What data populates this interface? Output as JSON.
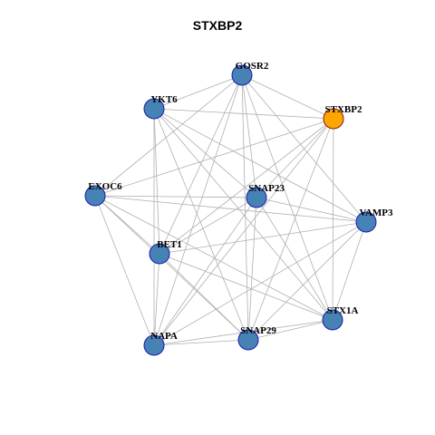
{
  "title": "STXBP2",
  "colors": {
    "default_node_fill": "#4682B4",
    "highlight_node_fill": "#FFA500",
    "node_stroke": "#1A1AB0",
    "highlight_stroke": "#8B1A1A",
    "edge": "#B0B0B0"
  },
  "network": {
    "highlight": "STXBP2",
    "nodes": [
      "GOSR2",
      "YKT6",
      "STXBP2",
      "EXOC6",
      "SNAP23",
      "VAMP3",
      "BET1",
      "STX1A",
      "SNAP29",
      "NAPA"
    ],
    "edges": [
      [
        "GOSR2",
        "YKT6"
      ],
      [
        "GOSR2",
        "STXBP2"
      ],
      [
        "GOSR2",
        "EXOC6"
      ],
      [
        "GOSR2",
        "SNAP23"
      ],
      [
        "GOSR2",
        "VAMP3"
      ],
      [
        "GOSR2",
        "BET1"
      ],
      [
        "GOSR2",
        "STX1A"
      ],
      [
        "GOSR2",
        "SNAP29"
      ],
      [
        "GOSR2",
        "NAPA"
      ],
      [
        "YKT6",
        "STXBP2"
      ],
      [
        "YKT6",
        "SNAP23"
      ],
      [
        "YKT6",
        "VAMP3"
      ],
      [
        "YKT6",
        "BET1"
      ],
      [
        "YKT6",
        "STX1A"
      ],
      [
        "YKT6",
        "SNAP29"
      ],
      [
        "YKT6",
        "NAPA"
      ],
      [
        "STXBP2",
        "EXOC6"
      ],
      [
        "STXBP2",
        "SNAP23"
      ],
      [
        "STXBP2",
        "BET1"
      ],
      [
        "STXBP2",
        "STX1A"
      ],
      [
        "STXBP2",
        "SNAP29"
      ],
      [
        "STXBP2",
        "NAPA"
      ],
      [
        "EXOC6",
        "SNAP23"
      ],
      [
        "EXOC6",
        "VAMP3"
      ],
      [
        "EXOC6",
        "BET1"
      ],
      [
        "EXOC6",
        "STX1A"
      ],
      [
        "EXOC6",
        "SNAP29"
      ],
      [
        "EXOC6",
        "NAPA"
      ],
      [
        "SNAP23",
        "VAMP3"
      ],
      [
        "SNAP23",
        "BET1"
      ],
      [
        "SNAP23",
        "STX1A"
      ],
      [
        "SNAP23",
        "SNAP29"
      ],
      [
        "SNAP23",
        "NAPA"
      ],
      [
        "VAMP3",
        "BET1"
      ],
      [
        "VAMP3",
        "STX1A"
      ],
      [
        "VAMP3",
        "SNAP29"
      ],
      [
        "VAMP3",
        "NAPA"
      ],
      [
        "BET1",
        "STX1A"
      ],
      [
        "BET1",
        "SNAP29"
      ],
      [
        "BET1",
        "NAPA"
      ],
      [
        "STX1A",
        "SNAP29"
      ],
      [
        "STX1A",
        "NAPA"
      ],
      [
        "SNAP29",
        "NAPA"
      ]
    ]
  }
}
